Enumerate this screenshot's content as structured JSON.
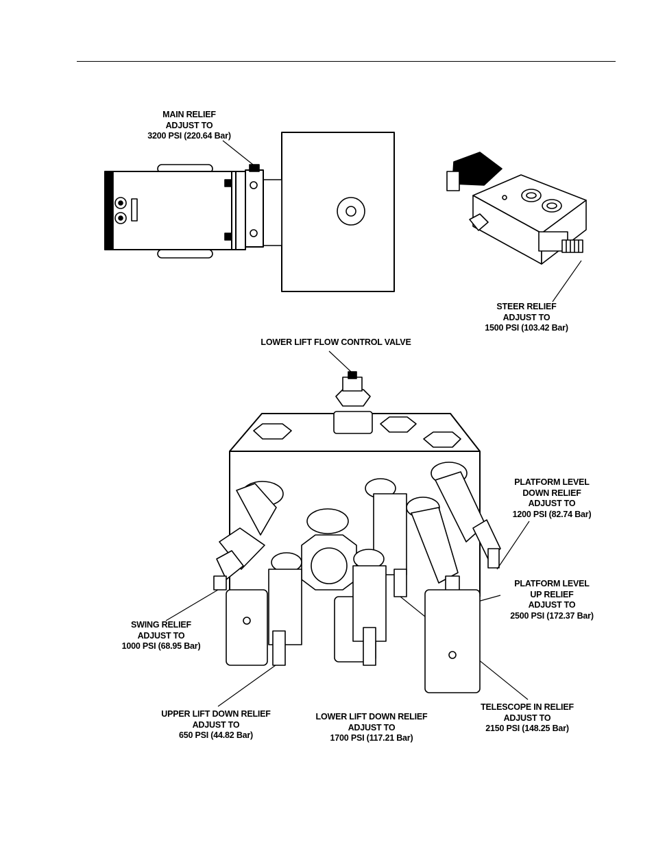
{
  "callouts": {
    "main_relief": [
      "MAIN RELIEF",
      "ADJUST TO",
      "3200 PSI (220.64 Bar)"
    ],
    "steer_relief": [
      "STEER RELIEF",
      "ADJUST TO",
      "1500 PSI (103.42 Bar)"
    ],
    "lower_lift_flow": [
      "LOWER LIFT FLOW CONTROL VALVE"
    ],
    "platform_level_down": [
      "PLATFORM LEVEL",
      "DOWN RELIEF",
      "ADJUST TO",
      "1200 PSI (82.74 Bar)"
    ],
    "platform_level_up": [
      "PLATFORM LEVEL",
      "UP RELIEF",
      "ADJUST TO",
      "2500 PSI (172.37 Bar)"
    ],
    "swing_relief": [
      "SWING RELIEF",
      "ADJUST TO",
      "1000 PSI (68.95 Bar)"
    ],
    "upper_lift_down": [
      "UPPER LIFT DOWN RELIEF",
      "ADJUST TO",
      "650 PSI (44.82 Bar)"
    ],
    "lower_lift_down": [
      "LOWER LIFT DOWN RELIEF",
      "ADJUST TO",
      "1700 PSI (117.21 Bar)"
    ],
    "telescope_in": [
      "TELESCOPE IN RELIEF",
      "ADJUST TO",
      "2150 PSI (148.25 Bar)"
    ]
  }
}
